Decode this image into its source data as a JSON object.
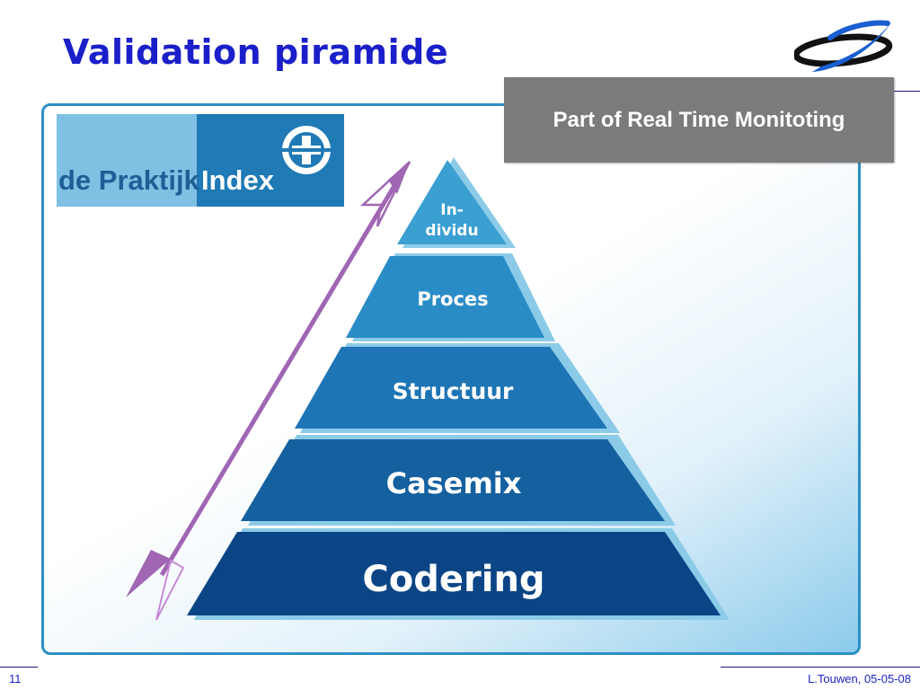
{
  "slide": {
    "title": "Validation piramide",
    "callout": "Part of Real Time Monitoting",
    "page_number": "11",
    "footer_author_date": "L.Touwen, 05-05-08"
  },
  "logo": {
    "text_left": "de Praktijk",
    "text_right": "Index"
  },
  "pyramid": {
    "levels": [
      {
        "line1": "In-",
        "line2": "dividu"
      },
      {
        "label": "Proces"
      },
      {
        "label": "Structuur"
      },
      {
        "label": "Casemix"
      },
      {
        "label": "Codering"
      }
    ],
    "colors": [
      "#3b9fd2",
      "#2a8cc6",
      "#1e75b5",
      "#15609f",
      "#0b4586"
    ]
  },
  "arrow_color": "#a066b4"
}
